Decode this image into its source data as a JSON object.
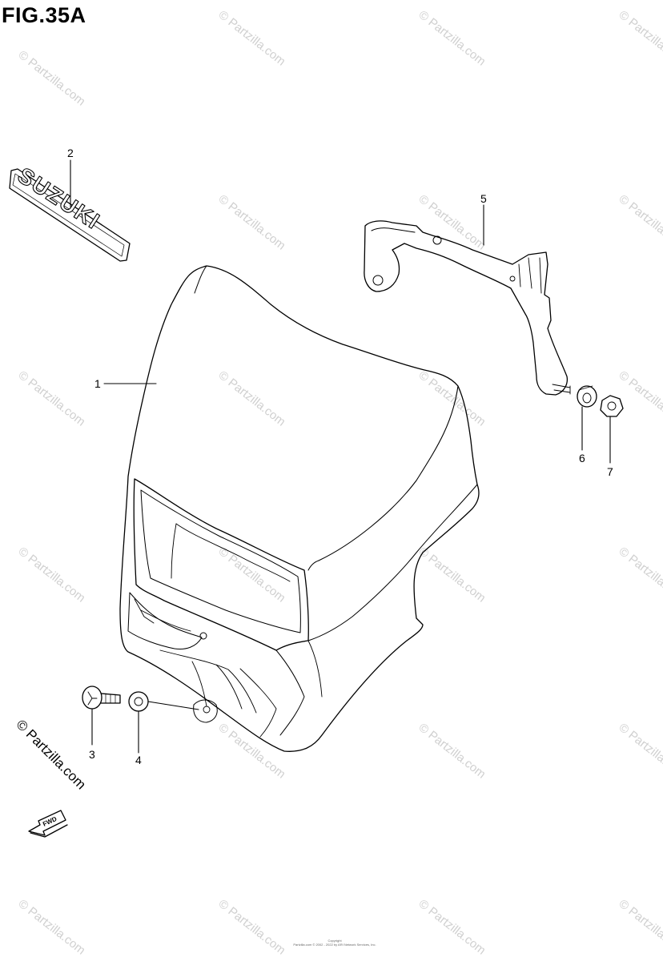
{
  "figure": {
    "title": "FIG.35A"
  },
  "callouts": [
    {
      "label": "1",
      "part": "headlight-cowling"
    },
    {
      "label": "2",
      "part": "suzuki-emblem"
    },
    {
      "label": "3",
      "part": "bolt"
    },
    {
      "label": "4",
      "part": "washer"
    },
    {
      "label": "5",
      "part": "bracket"
    },
    {
      "label": "6",
      "part": "cushion"
    },
    {
      "label": "7",
      "part": "nut"
    }
  ],
  "emblem_text": "SUZUKI",
  "fwd_label": "FWD",
  "watermark": {
    "text": "© Partzilla.com",
    "side_text": "© Partzilla.com"
  },
  "copyright": {
    "line1": "Copyright",
    "line2": "Partzilla.com © 2002 - 2022 by ARI Network Services, Inc."
  },
  "colors": {
    "line": "#000000",
    "watermark": "#d0d0d0",
    "background": "#ffffff"
  }
}
